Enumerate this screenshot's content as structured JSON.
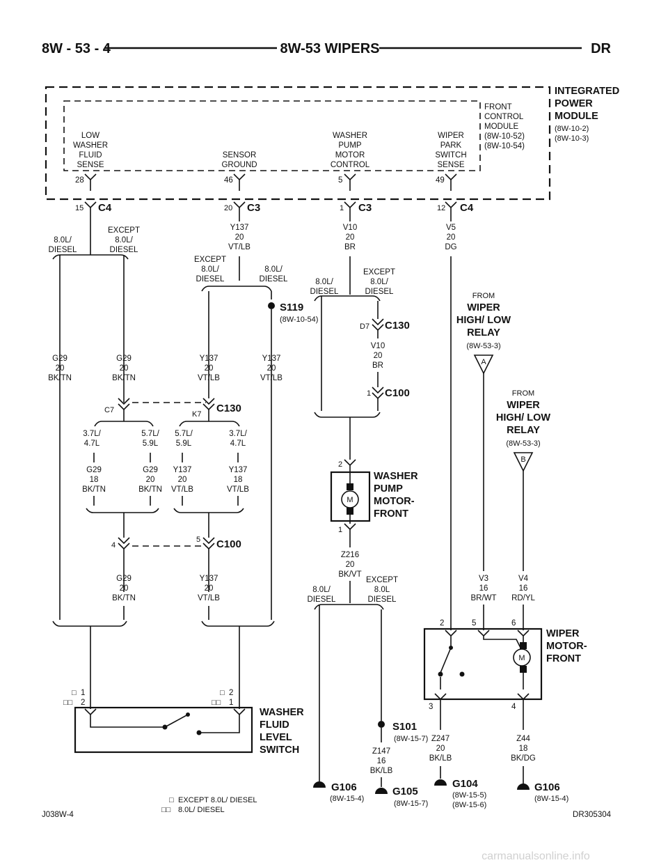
{
  "header": {
    "left": "8W - 53 - 4",
    "center": "8W-53 WIPERS",
    "right": "DR"
  },
  "modules": {
    "ipm": [
      "INTEGRATED",
      "POWER",
      "MODULE"
    ],
    "ipm_refs": [
      "(8W-10-2)",
      "(8W-10-3)"
    ],
    "fcm": [
      "FRONT",
      "CONTROL",
      "MODULE",
      "(8W-10-52)",
      "(8W-10-54)"
    ]
  },
  "pins": [
    {
      "label": [
        "LOW",
        "WASHER",
        "FLUID",
        "SENSE"
      ],
      "pin": "28",
      "cav": "15",
      "conn": "C4"
    },
    {
      "label": [
        "SENSOR",
        "GROUND"
      ],
      "pin": "46",
      "cav": "20",
      "conn": "C3"
    },
    {
      "label": [
        "WASHER",
        "PUMP",
        "MOTOR",
        "CONTROL"
      ],
      "pin": "5",
      "cav": "1",
      "conn": "C3"
    },
    {
      "label": [
        "WIPER",
        "PARK",
        "SWITCH",
        "SENSE"
      ],
      "pin": "49",
      "cav": "12",
      "conn": "C4"
    }
  ],
  "options": {
    "diesel": [
      "8.0L/",
      "DIESEL"
    ],
    "except_diesel": [
      "EXCEPT",
      "8.0L/",
      "DIESEL"
    ],
    "except_80": [
      "EXCEPT",
      "8.0L",
      "DIESEL"
    ],
    "e37": [
      "3.7L/",
      "4.7L"
    ],
    "e57": [
      "5.7L/",
      "5.9L"
    ]
  },
  "wires": {
    "y137_20": [
      "Y137",
      "20",
      "VT/LB"
    ],
    "y137_18": [
      "Y137",
      "18",
      "VT/LB"
    ],
    "v10": [
      "V10",
      "20",
      "BR"
    ],
    "v5": [
      "V5",
      "20",
      "DG"
    ],
    "g29_20": [
      "G29",
      "20",
      "BK/TN"
    ],
    "g29_18": [
      "G29",
      "18",
      "BK/TN"
    ],
    "z216": [
      "Z216",
      "20",
      "BK/VT"
    ],
    "z147": [
      "Z147",
      "16",
      "BK/LB"
    ],
    "z247": [
      "Z247",
      "20",
      "BK/LB"
    ],
    "z44": [
      "Z44",
      "18",
      "BK/DG"
    ],
    "v3": [
      "V3",
      "16",
      "BR/WT"
    ],
    "v4": [
      "V4",
      "16",
      "RD/YL"
    ]
  },
  "splices": {
    "s119": {
      "name": "S119",
      "ref": "(8W-10-54)"
    },
    "s101": {
      "name": "S101",
      "ref": "(8W-15-7)"
    }
  },
  "connectors": {
    "c130": "C130",
    "c100": "C100",
    "d7": "D7",
    "c7": "C7",
    "k7": "K7",
    "p1": "1",
    "p2": "2",
    "p4": "4",
    "p5": "5",
    "p6": "6",
    "p3": "3"
  },
  "relays": {
    "from": "FROM",
    "name": [
      "WIPER",
      "HIGH/ LOW",
      "RELAY"
    ],
    "ref": "(8W-53-3)",
    "a": "A",
    "b": "B"
  },
  "components": {
    "pump": [
      "WASHER",
      "PUMP",
      "MOTOR-",
      "FRONT"
    ],
    "wiper": [
      "WIPER",
      "MOTOR-",
      "FRONT"
    ],
    "switch": [
      "WASHER",
      "FLUID",
      "LEVEL",
      "SWITCH"
    ],
    "motor_symbol": "M"
  },
  "grounds": {
    "g106": "G106",
    "g105": "G105",
    "g104": "G104",
    "ref_15_4": "(8W-15-4)",
    "ref_15_7": "(8W-15-7)",
    "ref_15_5": "(8W-15-5)",
    "ref_15_6": "(8W-15-6)"
  },
  "legend": {
    "single": "□",
    "double": "□□",
    "except": "EXCEPT 8.0L/ DIESEL",
    "diesel": "8.0L/ DIESEL"
  },
  "footer": {
    "left": "J038W-4",
    "right": "DR305304"
  },
  "watermark": "carmanualsonline.info"
}
